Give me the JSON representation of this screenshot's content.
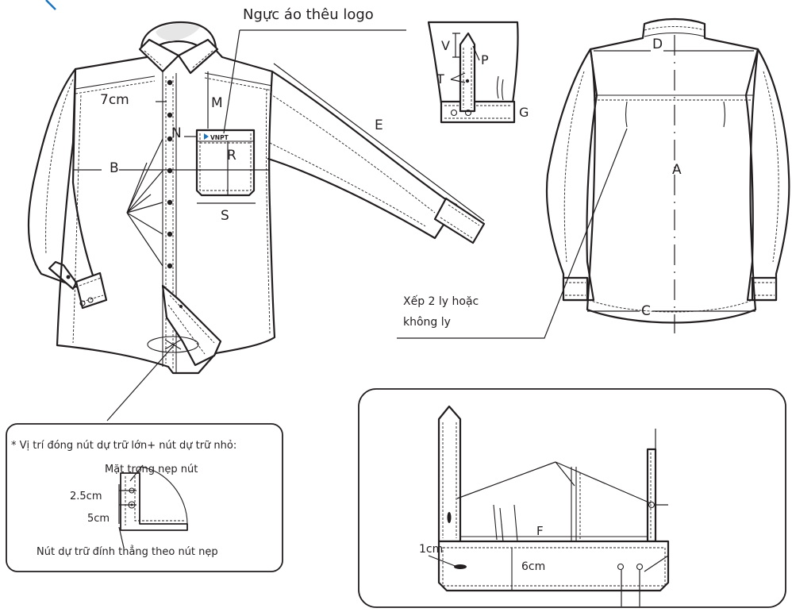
{
  "labels": {
    "chest_logo": "Ngực áo thêu logo",
    "seven_cm": "7cm",
    "M": "M",
    "N": "N",
    "R": "R",
    "S": "S",
    "B": "B",
    "E": "E",
    "V": "V",
    "P": "P",
    "T": "T",
    "G": "G",
    "D": "D",
    "A": "A",
    "C": "C",
    "F": "F",
    "pleat_line1": "Xếp 2 ly hoặc",
    "pleat_line2": "không ly",
    "one_cm": "1cm",
    "six_cm": "6cm"
  },
  "logo": {
    "text": "VNPT",
    "color": "#1c75bc"
  },
  "inset_button": {
    "title": "* Vị trí đóng nút dự trữ lớn+ nút dự trữ nhỏ:",
    "inner_placket": "Mặt trong nẹp nút",
    "dist_1": "2.5cm",
    "dist_2": "5cm",
    "footer": "Nút dự trữ đính thẳng theo nút nẹp"
  },
  "colors": {
    "line": "#231f20",
    "accent_blue": "#1c75bc"
  }
}
